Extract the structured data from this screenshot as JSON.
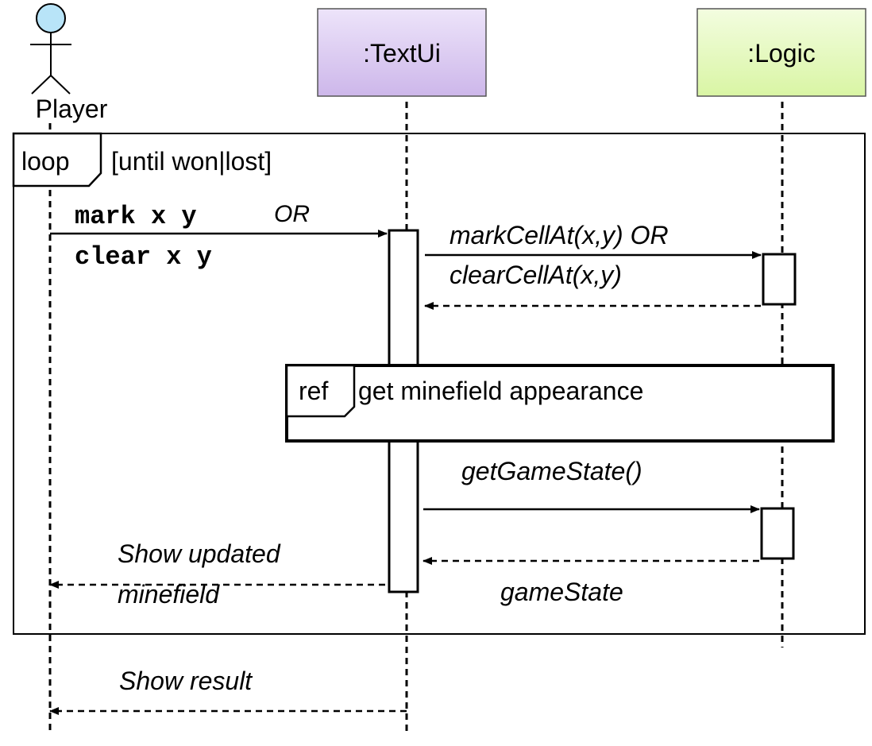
{
  "participants": {
    "player": {
      "label": "Player"
    },
    "textui": {
      "label": ":TextUi",
      "fill": "#d9c8f0"
    },
    "logic": {
      "label": ":Logic",
      "fill": "#e6f8c0"
    }
  },
  "loop_frame": {
    "keyword": "loop",
    "guard": "[until won|lost]"
  },
  "ref_frame": {
    "keyword": "ref",
    "label": "get minefield appearance"
  },
  "messages": {
    "m1_line1": "mark x y",
    "m1_or": "OR",
    "m1_line2": "clear x y",
    "m2_line1": "markCellAt(x,y) OR",
    "m2_line2": "clearCellAt(x,y)",
    "m3": "getGameState()",
    "r3": "gameState",
    "r_show_line1": "Show updated",
    "r_show_line2": "minefield",
    "r_result": "Show result"
  },
  "colors": {
    "actor_head": "#b8e4f8",
    "line": "#000000"
  }
}
